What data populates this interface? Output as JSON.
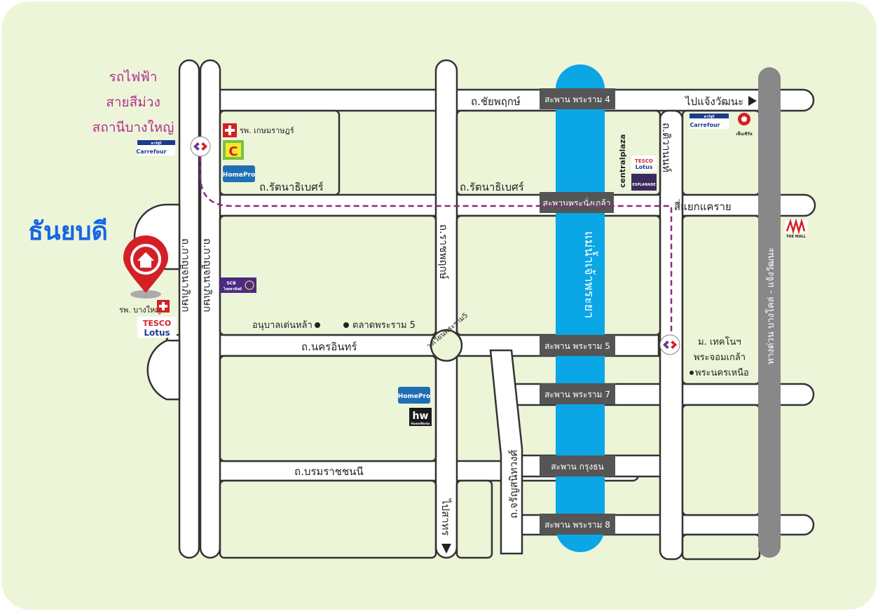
{
  "brand": {
    "name": "ธันยบดี"
  },
  "train": {
    "line1": "รถไฟฟ้า",
    "line2": "สายสีม่วง",
    "line3": "สถานีบางใหญ่"
  },
  "roads": {
    "chaiyaphruek": "ถ.ชัยพฤกษ์",
    "rattanathibet_left": "ถ.รัตนาธิเบศร์",
    "rattanathibet_right": "ถ.รัตนาธิเบศร์",
    "kanchanaphisek_outer": "ถ.กาญจนาภิเษก",
    "kanchanaphisek_inner": "ถ.กาญจนาภิเษก",
    "ratchaphruek": "ถ.ราชพฤกษ์",
    "nakhon_in": "ถ.นครอินทร์",
    "borommaratchachonnani": "ถ.บรมราชชนนี",
    "charan_sanitwong": "ถ.จรัญสนิทวงศ์",
    "tiwanon": "ถ.ติวานนท์",
    "bangkruai_road": "ทางด่วน บางโคล่ - แจ้งวัฒนะ",
    "circle": "วงเวียนพระราม5",
    "river": "แม่น้ำเจ้าพระยา"
  },
  "bridges": {
    "rama4": "สะพาน พระราม 4",
    "nang_klao": "สะพานพระนั่งเกล้า",
    "rama5": "สะพาน พระราม 5",
    "rama7": "สะพาน พระราม 7",
    "krung_thon": "สะพาน กรุงธน",
    "rama8": "สะพาน พระราม 8"
  },
  "directions": {
    "to_chaengwattana": "ไปแจ้งวัฒนะ",
    "to_sathon": "ไปสาทร",
    "khae_rai": "สี่แยกแคราย"
  },
  "places": {
    "kasemrad": "รพ. เกษมราษฎร์",
    "bangyai_hosp": "รพ. บางใหญ่",
    "kindergarten": "อนุบาลเด่นหล้า",
    "market": "ตลาดพระราม 5",
    "tech_line1": "ม. เทคโนฯ",
    "tech_line2": "พระจอมเกล้า",
    "tech_line3": "พระนครเหนือ",
    "mall": "THE MALL"
  },
  "logos": {
    "homepro": "HomePro",
    "tesco": "TESCO",
    "lotus": "Lotus",
    "carrefour": "Carrefour",
    "carrefour_th": "คาร์ฟูร์",
    "central_plaza": "centralplaza",
    "scb": "SCB",
    "scb_th": "ไทยพาณิชย์",
    "esplanade": "ESPLANADE",
    "hw": "hw",
    "home_works": "HomeWorks",
    "big_c": "C",
    "seri": "เซ็นเซิร์ล"
  },
  "colors": {
    "background": "#edf5d9",
    "river": "#0aa6e6",
    "expressway": "#888888",
    "bridge": "#555555",
    "metro_line": "#8a2c7b",
    "brand": "#1565e8",
    "pin": "#d32027"
  }
}
